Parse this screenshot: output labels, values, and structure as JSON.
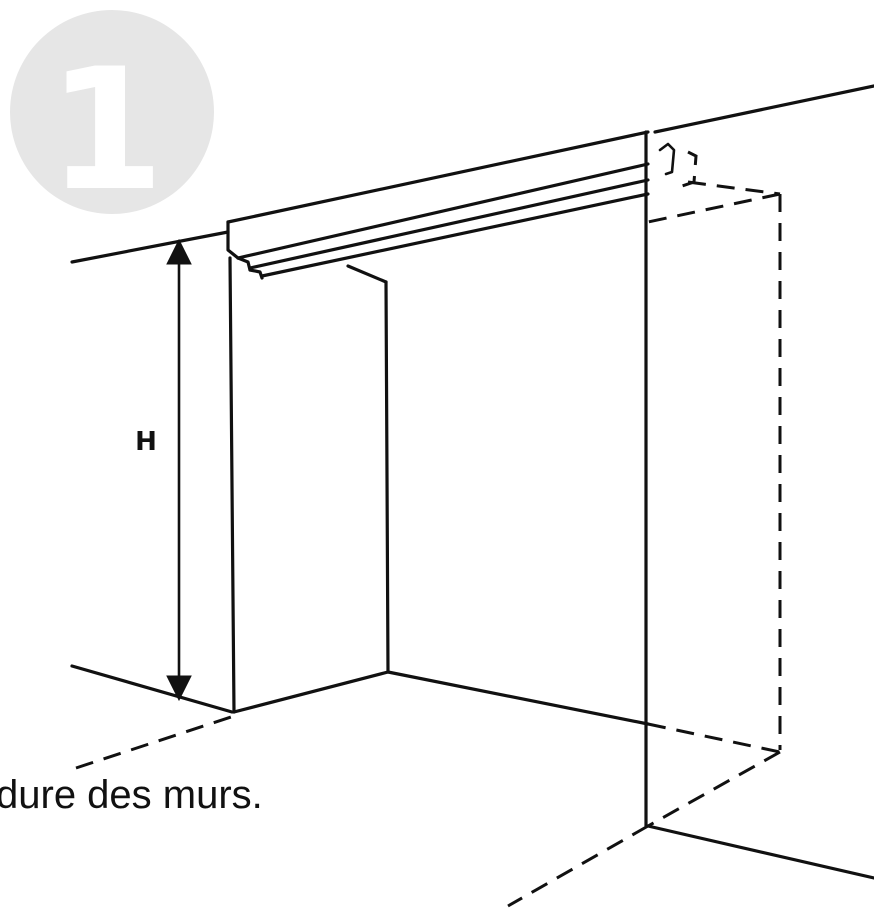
{
  "step": {
    "number": "1"
  },
  "labels": {
    "height": "H"
  },
  "caption": {
    "text": "dure des murs."
  },
  "colors": {
    "ink": "#111111",
    "badge": "#e6e6e6",
    "background": "#ffffff"
  }
}
